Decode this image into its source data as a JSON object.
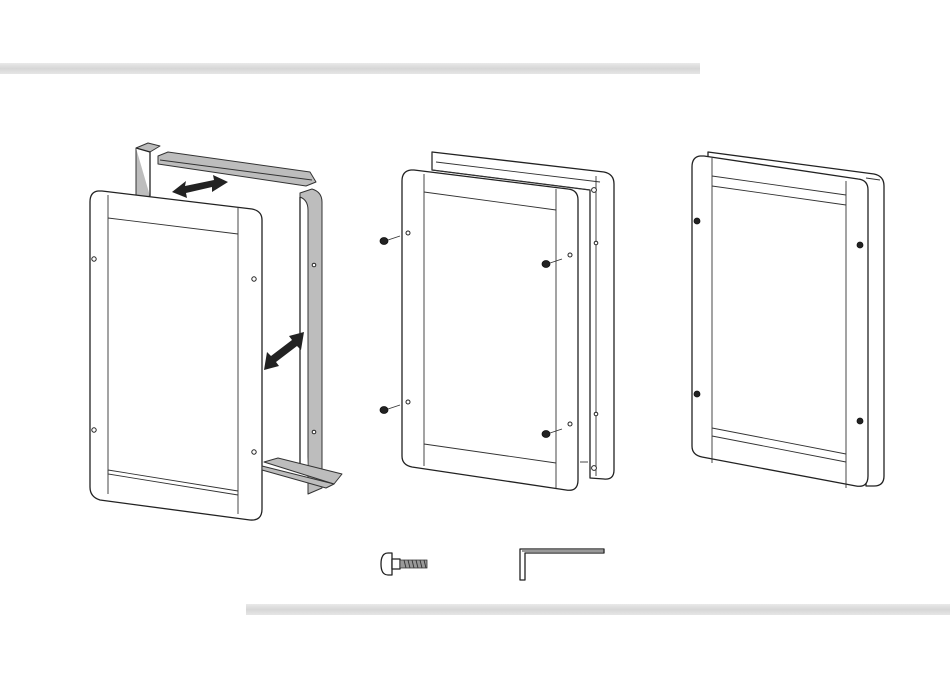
{
  "figure": {
    "steps": [
      "disassemble-frame",
      "attach-back-box-with-screws",
      "assembled-enclosure"
    ],
    "parts_legend": [
      "screw-icon",
      "hex-key-icon"
    ],
    "colors": {
      "line": "#222222",
      "bar": "#d9d9d9",
      "profile": "#bdbdbd"
    }
  }
}
